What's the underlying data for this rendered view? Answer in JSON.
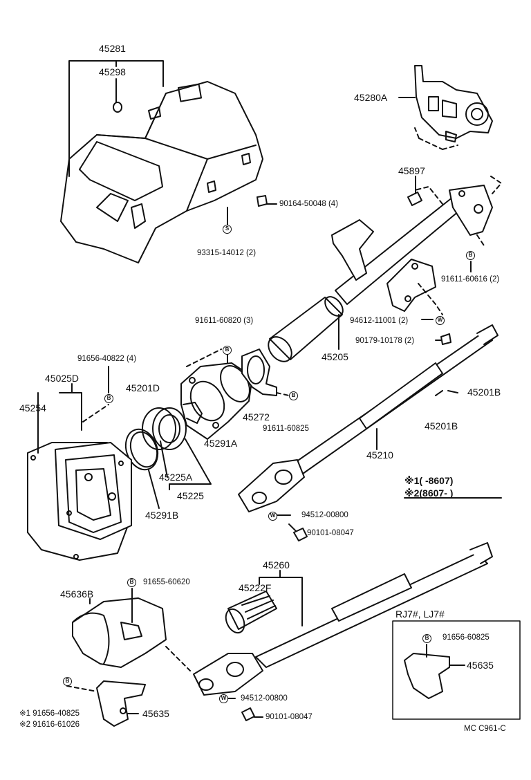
{
  "diagram": {
    "parts": {
      "p45281": "45281",
      "p45298": "45298",
      "p45280a": "45280A",
      "p45897": "45897",
      "p90164": "90164-50048 (4)",
      "p93315": "93315-14012 (2)",
      "p91611_60616": "91611-60616 (2)",
      "p94612": "94612-11001 (2)",
      "p90179": "90179-10178 (2)",
      "p91611_60820": "91611-60820 (3)",
      "p45205": "45205",
      "p91656_40822": "91656-40822 (4)",
      "p45025d": "45025D",
      "p45201d": "45201D",
      "p45254": "45254",
      "p45272": "45272",
      "p91611_60825": "91611-60825",
      "p45291a": "45291A",
      "p45201b_1": "45201B",
      "p45201b_2": "45201B",
      "p45210": "45210",
      "p45225a": "45225A",
      "p45225": "45225",
      "p45291b": "45291B",
      "p94512_a": "94512-00800",
      "p90101_a": "90101-08047",
      "p45260": "45260",
      "p45222f": "45222F",
      "p91655": "91655-60620",
      "p45636b": "45636B",
      "p94512_b": "94512-00800",
      "p90101_b": "90101-08047",
      "p45635_a": "45635",
      "p91656_40825": "※1 91656-40825",
      "p91616": "※2 91616-61026",
      "p91656_60825": "91656-60825",
      "p45635_b": "45635"
    },
    "notes": {
      "note1": "※1(    -8607)",
      "note2": "※2(8607-    )"
    },
    "inset_title": "RJ7#, LJ7#",
    "footer_code": "MC  C961-C",
    "markers": {
      "s": "S",
      "b": "B",
      "w": "W"
    }
  }
}
